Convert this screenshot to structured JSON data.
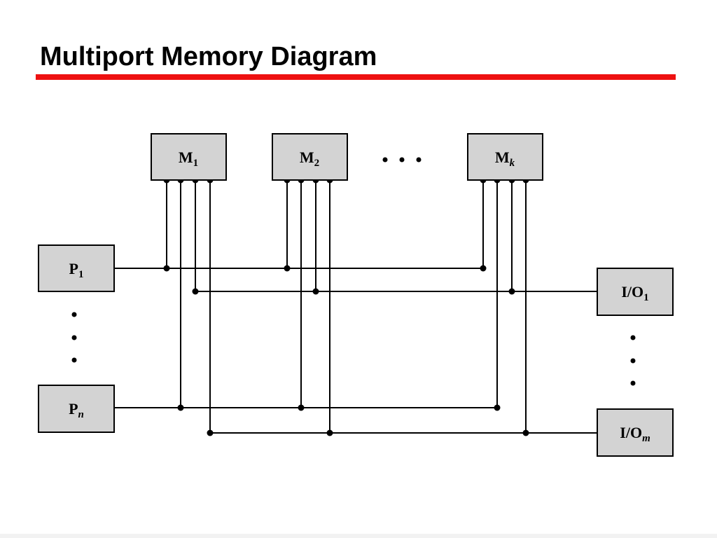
{
  "slide": {
    "title": "Multiport Memory Diagram",
    "accent_color": "#ee1111"
  },
  "diagram": {
    "memory_modules": [
      {
        "id": "M1",
        "name": "M",
        "sub": "1",
        "sub_italic": false
      },
      {
        "id": "M2",
        "name": "M",
        "sub": "2",
        "sub_italic": false
      },
      {
        "id": "Mk",
        "name": "M",
        "sub": "k",
        "sub_italic": true
      }
    ],
    "processors": [
      {
        "id": "P1",
        "name": "P",
        "sub": "1",
        "sub_italic": false
      },
      {
        "id": "Pn",
        "name": "P",
        "sub": "n",
        "sub_italic": true
      }
    ],
    "io_units": [
      {
        "id": "IO1",
        "name": "I/O",
        "sub": "1",
        "sub_italic": false
      },
      {
        "id": "IOm",
        "name": "I/O",
        "sub": "m",
        "sub_italic": true
      }
    ],
    "box_fill": "#d3d3d3",
    "ports_per_module": 4,
    "bus_order": [
      "P1",
      "IO1",
      "Pn",
      "IOm"
    ]
  }
}
